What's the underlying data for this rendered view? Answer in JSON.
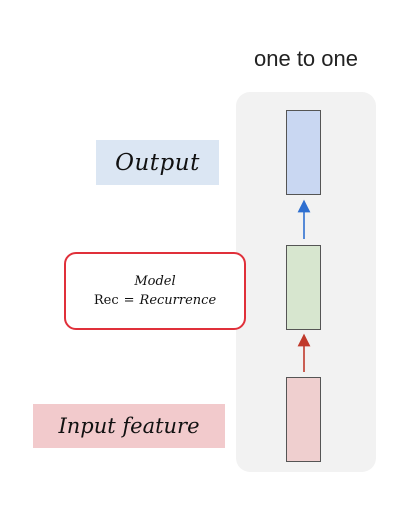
{
  "diagram": {
    "title": "one to one",
    "nodes": [
      {
        "id": "output",
        "color": "#c9d7f2"
      },
      {
        "id": "model",
        "color": "#d7e6cf"
      },
      {
        "id": "input",
        "color": "#efcfcf"
      }
    ],
    "edges": [
      {
        "from": "input",
        "to": "model",
        "color": "#c0392b"
      },
      {
        "from": "model",
        "to": "output",
        "color": "#2e6fd0"
      }
    ],
    "annotations": {
      "output_label": "Output",
      "model_line1": "Model",
      "model_line2_abbr": "Rec",
      "model_line2_eq": "=",
      "model_line2_full": "Recurrence",
      "input_label": "Input feature"
    },
    "colors": {
      "output_highlight": "#dbe6f3",
      "input_highlight": "#f2cacc",
      "model_border": "#e0303a"
    }
  }
}
